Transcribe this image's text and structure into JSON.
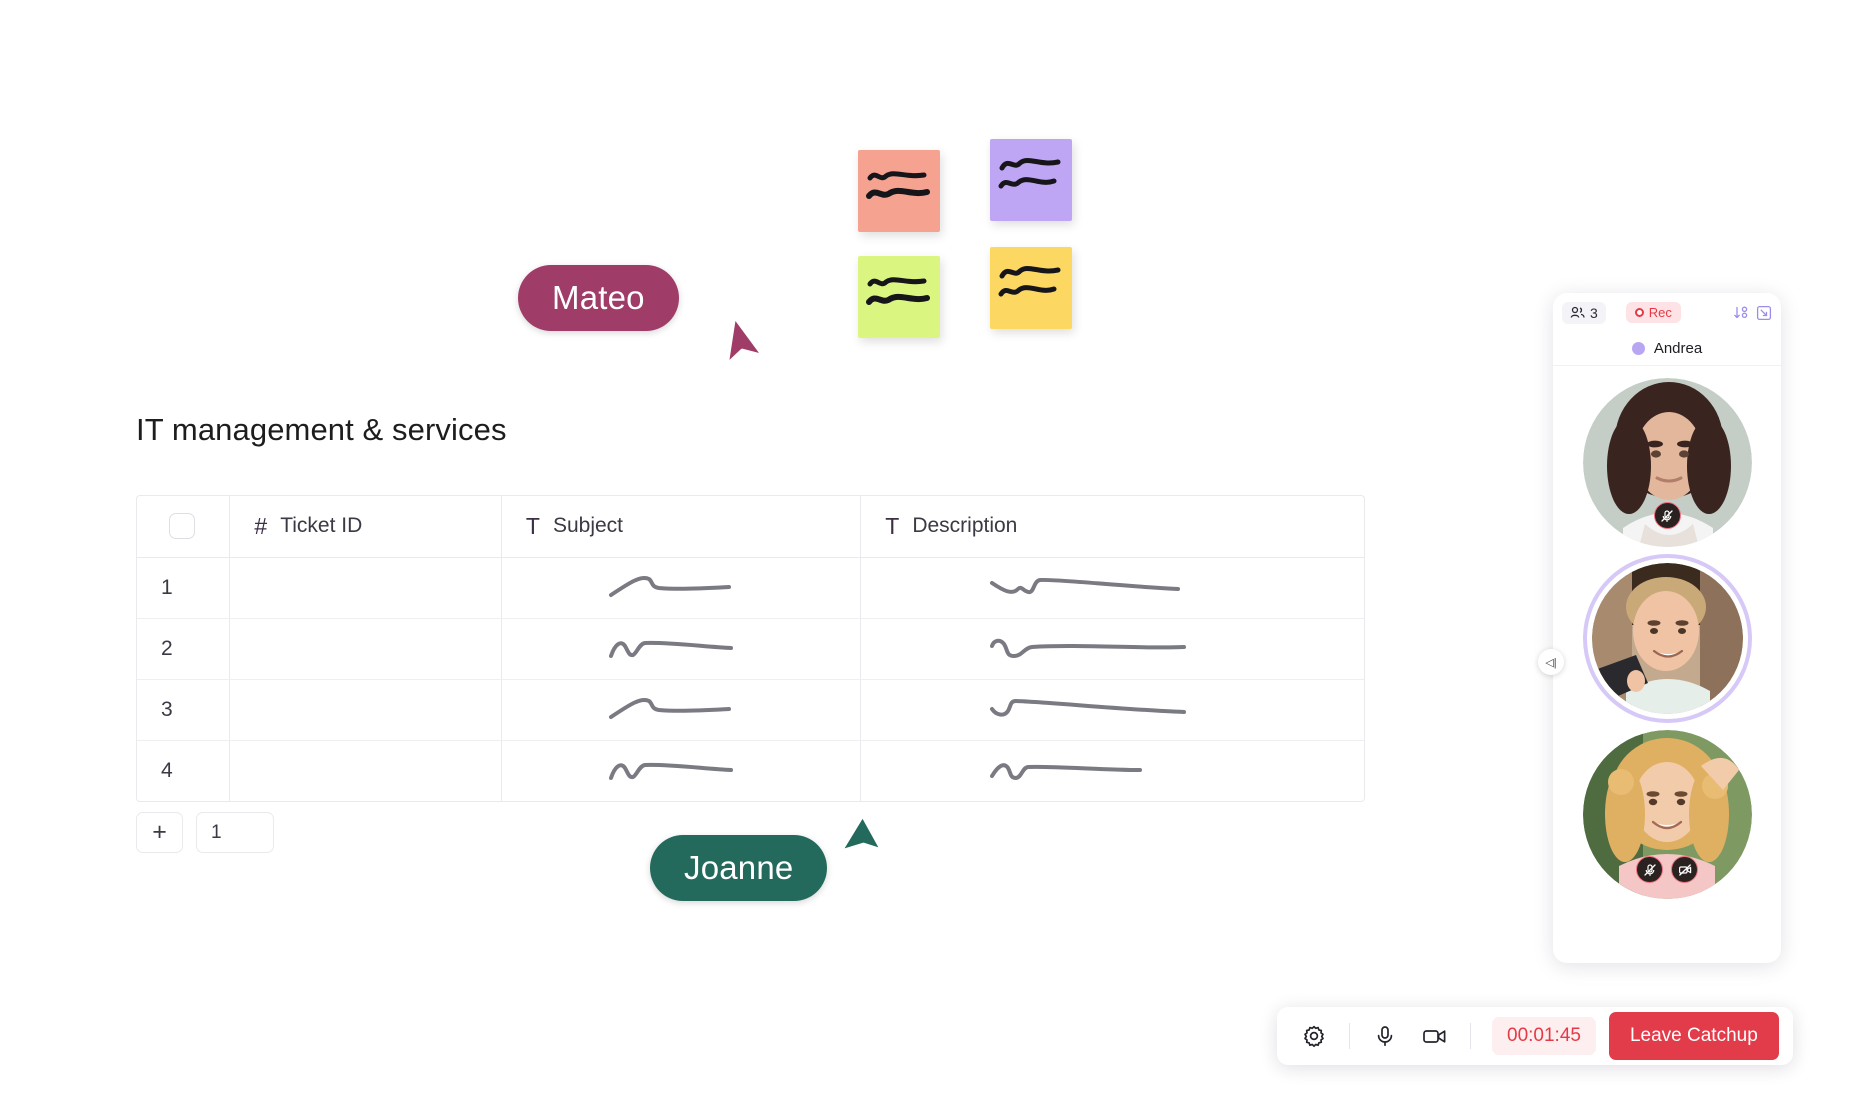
{
  "board": {
    "title": "IT management & services",
    "sticky_notes": [
      {
        "name": "sticky-note-pink",
        "color": "#F5A291"
      },
      {
        "name": "sticky-note-purple",
        "color": "#BFA6F5"
      },
      {
        "name": "sticky-note-lime",
        "color": "#DBF581"
      },
      {
        "name": "sticky-note-yellow",
        "color": "#FCD863"
      }
    ]
  },
  "cursors": [
    {
      "name": "Mateo",
      "color": "#A03C68"
    },
    {
      "name": "Joanne",
      "color": "#246A5C"
    }
  ],
  "table": {
    "columns": [
      {
        "icon": "checkbox-icon",
        "label": ""
      },
      {
        "icon": "hash-icon",
        "label": "Ticket ID"
      },
      {
        "icon": "text-icon",
        "label": "Subject"
      },
      {
        "icon": "text-icon",
        "label": "Description"
      }
    ],
    "header_icons": {
      "hash": "#",
      "text": "T"
    },
    "rows": [
      {
        "number": "1",
        "ticket_id": "",
        "subject": "",
        "description": ""
      },
      {
        "number": "2",
        "ticket_id": "",
        "subject": "",
        "description": ""
      },
      {
        "number": "3",
        "ticket_id": "",
        "subject": "",
        "description": ""
      },
      {
        "number": "4",
        "ticket_id": "",
        "subject": "",
        "description": ""
      }
    ],
    "add_row": {
      "button_label": "+",
      "count_value": "1"
    }
  },
  "video_panel": {
    "participant_count": "3",
    "recording_label": "Rec",
    "active_speaker": "Andrea",
    "header_icon_names": [
      "sort-icon",
      "layout-icon"
    ],
    "collapse_handle_glyph": "◁|",
    "participants": [
      {
        "name": "participant-1",
        "muted": true,
        "camera_off": false,
        "active": false
      },
      {
        "name": "participant-2",
        "muted": false,
        "camera_off": false,
        "active": true
      },
      {
        "name": "participant-3",
        "muted": true,
        "camera_off": true,
        "active": false
      }
    ]
  },
  "toolbar": {
    "settings_icon": "gear-icon",
    "mic_icon": "microphone-icon",
    "camera_icon": "video-camera-icon",
    "timer": "00:01:45",
    "leave_label": "Leave Catchup",
    "leave_color": "#E23B4A"
  }
}
